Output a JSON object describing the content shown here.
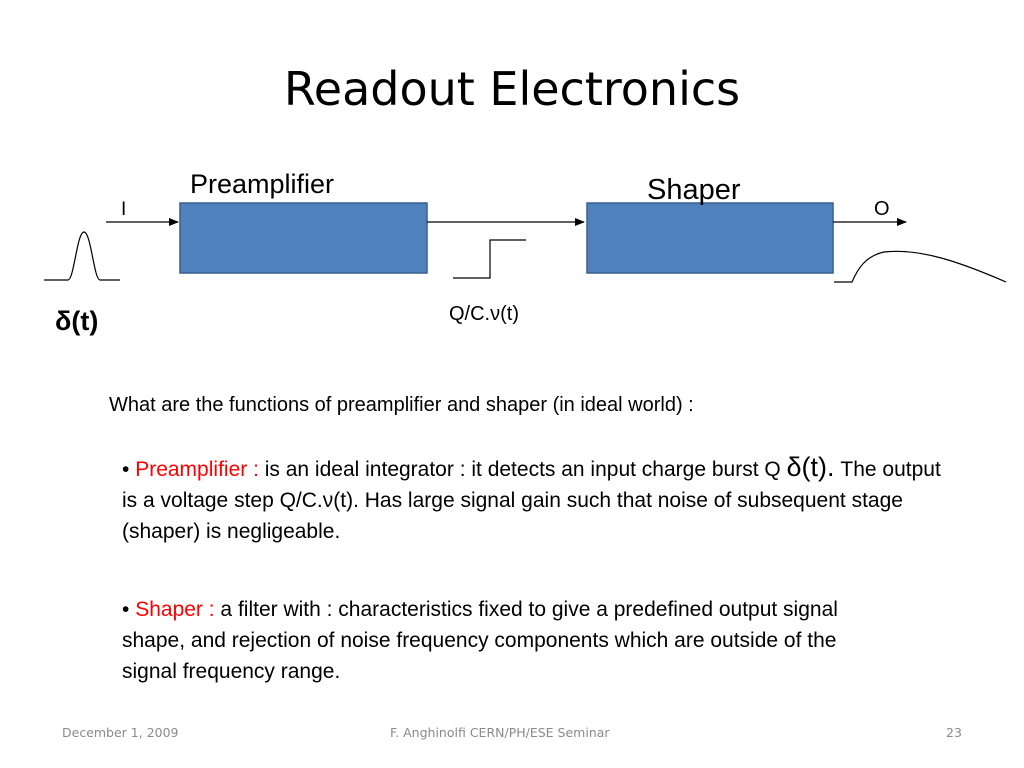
{
  "slide": {
    "title": "Readout Electronics",
    "diagram": {
      "preamp_label": "Preamplifier",
      "shaper_label": "Shaper",
      "input_label": "I",
      "output_label": "O",
      "delta_label": "δ(t)",
      "step_label": "Q/C.ν(t)",
      "box_color": "#4f81bd"
    },
    "intro": "What are the functions of preamplifier and shaper (in ideal world) :",
    "bullets": [
      {
        "marker": "•",
        "term": "Preamplifier :",
        "text_a": " is an ideal integrator : it detects an input charge burst Q ",
        "symbol": "δ(t).",
        "text_b": " The output is a voltage step Q/C.ν(t). Has large signal gain such that noise of subsequent stage (shaper) is negligeable."
      },
      {
        "marker": "•",
        "term": "Shaper :",
        "text_a": "  a filter with : characteristics fixed to give a predefined output signal shape, and rejection of noise frequency components which are outside of the signal frequency range."
      }
    ],
    "footer": {
      "date": "December 1, 2009",
      "center": "F. Anghinolfi CERN/PH/ESE Seminar",
      "page": "23"
    }
  }
}
